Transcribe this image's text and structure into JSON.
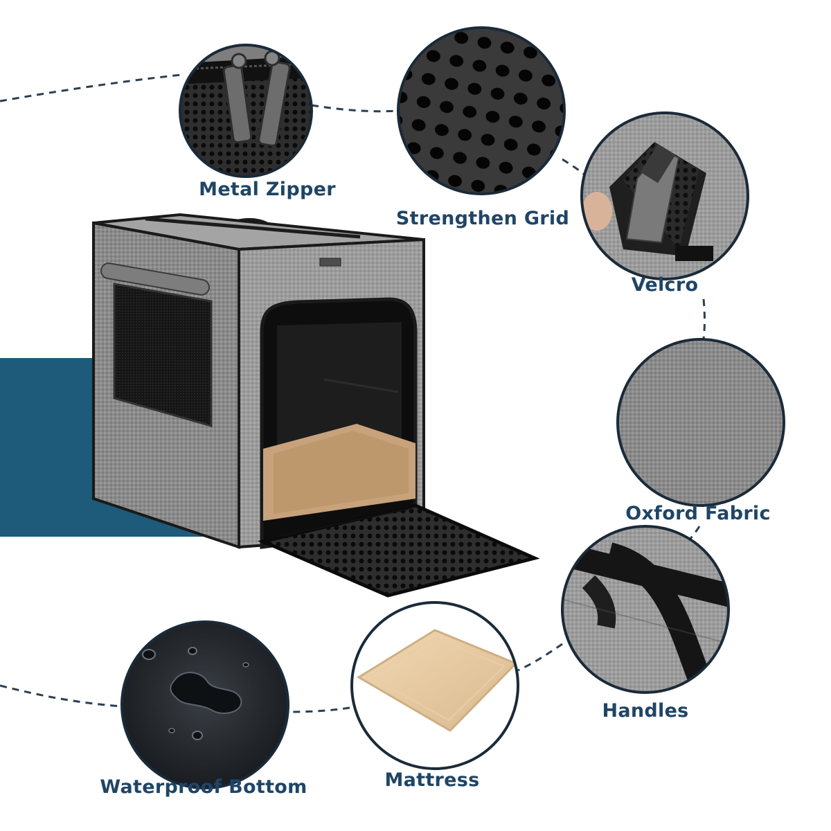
{
  "colors": {
    "accent": "#1f4566",
    "backdrop_band": "#1e5a7a",
    "ring": "#1b2a38",
    "dash": "#2b3f52"
  },
  "features": [
    {
      "id": "metal-zipper",
      "label": "Metal Zipper",
      "icon": "zipper-closeup"
    },
    {
      "id": "strengthen-grid",
      "label": "Strengthen Grid",
      "icon": "mesh-grid-closeup"
    },
    {
      "id": "velcro",
      "label": "Velcro",
      "icon": "velcro-closeup"
    },
    {
      "id": "oxford-fabric",
      "label": "Oxford Fabric",
      "icon": "fabric-texture-closeup"
    },
    {
      "id": "handles",
      "label": "Handles",
      "icon": "strap-handles-closeup"
    },
    {
      "id": "mattress",
      "label": "Mattress",
      "icon": "mattress-pad"
    },
    {
      "id": "waterproof-bottom",
      "label": "Waterproof Bottom",
      "icon": "water-droplets-closeup"
    }
  ],
  "product": {
    "name_icon": "pet-carrier-crate"
  }
}
